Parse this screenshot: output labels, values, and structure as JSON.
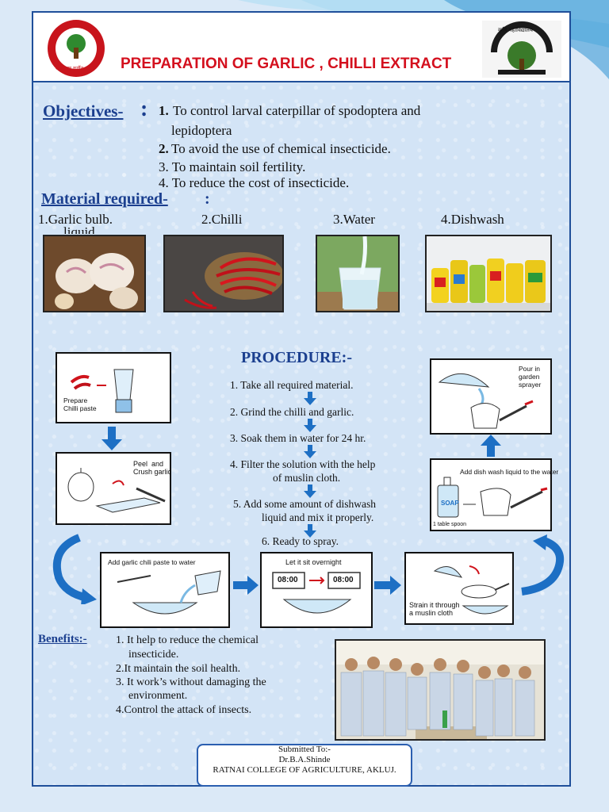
{
  "header": {
    "title": "PREPARATION OF GARLIC , CHILLI EXTRACT",
    "left_logo_text": "अन्नम् बहु कुर्वीत",
    "right_logo_text": "कृषि महाविद्यालय"
  },
  "objectives": {
    "heading": "Objectives-",
    "colon": ":",
    "items": [
      {
        "num": "1.",
        "text": "To control larval caterpillar of spodoptera and"
      },
      {
        "num": "",
        "text": "lepidoptera"
      },
      {
        "num": "2.",
        "text": " To avoid the use of chemical insecticide."
      },
      {
        "num": "",
        "text": "3. To maintain soil fertility."
      },
      {
        "num": "",
        "text": "4. To reduce the cost of insecticide."
      }
    ]
  },
  "materials": {
    "heading": "Material required-",
    "colon": ":",
    "items": [
      {
        "label": "1.Garlic bulb.",
        "extra": "liquid",
        "image": "garlic-photo"
      },
      {
        "label": "2.Chilli",
        "image": "chilli-photo"
      },
      {
        "label": "3.Water",
        "image": "water-photo"
      },
      {
        "label": "4.Dishwash",
        "image": "dishwash-photo"
      }
    ]
  },
  "procedure": {
    "heading": "PROCEDURE:-",
    "steps": [
      "1. Take all required material.",
      "2. Grind the chilli and garlic.",
      "3. Soak them in water for 24 hr.",
      "4. Filter the solution with the help",
      "of  muslin cloth.",
      "5. Add some amount of dishwash",
      "liquid  and mix it properly.",
      "6. Ready to spray."
    ]
  },
  "illustrations": {
    "chilli_paste": "Prepare\nChilli paste",
    "peel": "Peel  and\nCrush garlic",
    "add_paste": "Add garlic chili paste to water",
    "overnight": "Let it sit overnight",
    "time1": "08:00",
    "time2": "08:00",
    "strain": "Strain it through\na muslin cloth",
    "dishwash": "Add dish wash liquid to the water",
    "soap": "SOAP",
    "spoon": "1 table spoon",
    "pour": "Pour in\ngarden\nsprayer"
  },
  "benefits": {
    "heading": "Benefits:-",
    "lines": [
      "1. It help to reduce the chemical",
      "insecticide.",
      "2.It maintain the soil health.",
      "3. It work’s without damaging the",
      "environment.",
      "4.Control the attack of insects."
    ]
  },
  "submitted": {
    "line1": "Submitted To:-",
    "line2": "Dr.B.A.Shinde",
    "line3": "RATNAI COLLEGE OF AGRICULTURE, AKLUJ."
  },
  "colors": {
    "title_red": "#d4101e",
    "heading_blue": "#1b3f8f",
    "arrow_blue": "#1d6fc4"
  }
}
